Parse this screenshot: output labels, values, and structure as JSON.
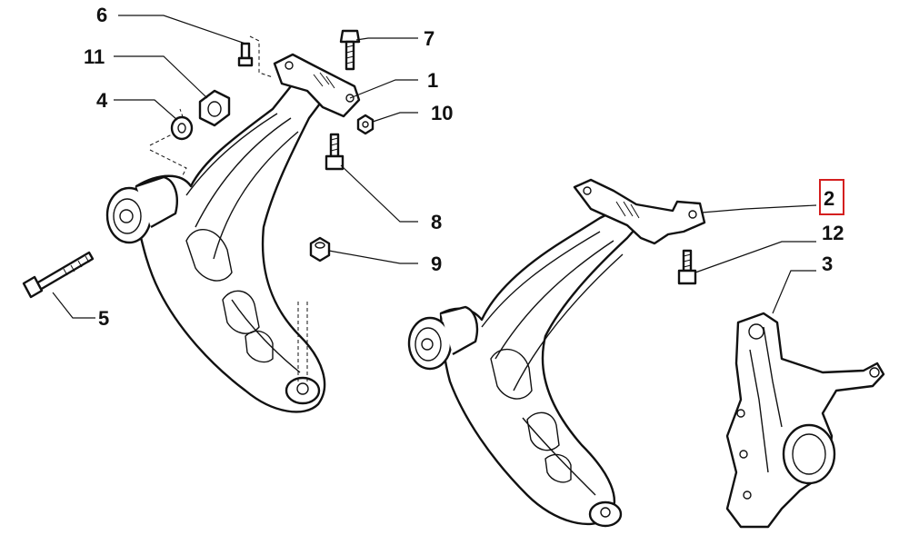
{
  "callouts": {
    "c1": "1",
    "c2": "2",
    "c3": "3",
    "c4": "4",
    "c5": "5",
    "c6": "6",
    "c7": "7",
    "c8": "8",
    "c9": "9",
    "c10": "10",
    "c11": "11",
    "c12": "12"
  },
  "highlighted_callout": "2",
  "highlight_color": "#d41f1f",
  "line_color": "#111111"
}
